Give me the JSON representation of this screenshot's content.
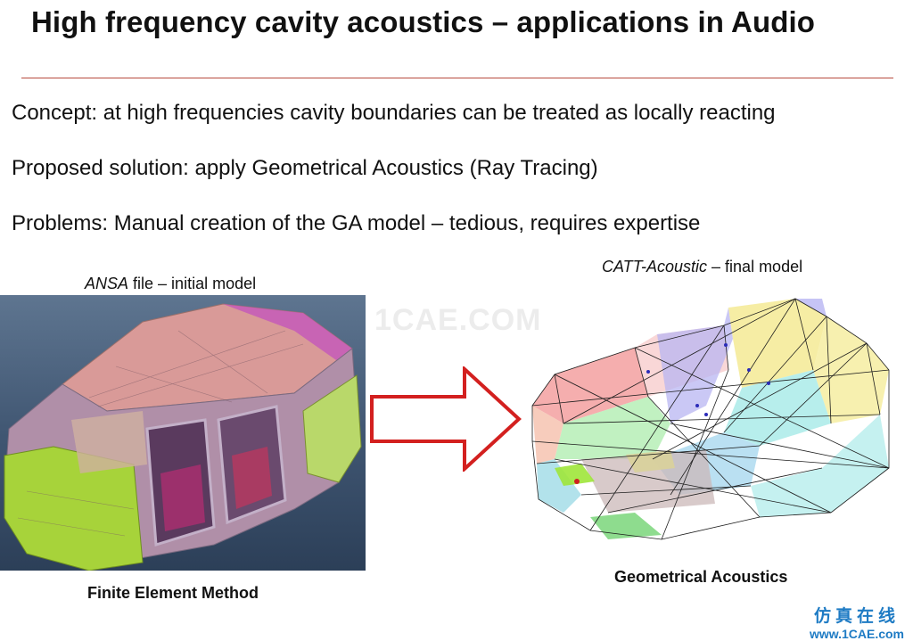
{
  "slide": {
    "title": "High frequency cavity acoustics – applications in Audio",
    "bullets": [
      "Concept: at high frequencies cavity boundaries can be treated as locally reacting",
      "Proposed solution: apply Geometrical Acoustics (Ray Tracing)",
      "Problems: Manual creation of the GA model – tedious, requires expertise"
    ]
  },
  "left_panel": {
    "caption_italic": "ANSA",
    "caption_rest": " file – initial model",
    "method_label": "Finite Element Method"
  },
  "right_panel": {
    "caption_italic": "CATT-Acoustic",
    "caption_rest": " – final model",
    "method_label": "Geometrical Acoustics"
  },
  "watermark": {
    "text": "1CAE.COM"
  },
  "logo": {
    "chinese": "仿真在线",
    "url": "www.1CAE.com"
  },
  "colors": {
    "rule": "#b74a3e",
    "arrow": "#d3201f",
    "logo": "#1e7bc4",
    "fem_background": "#3e5470"
  },
  "icons": {
    "transition": "right-arrow-icon"
  }
}
